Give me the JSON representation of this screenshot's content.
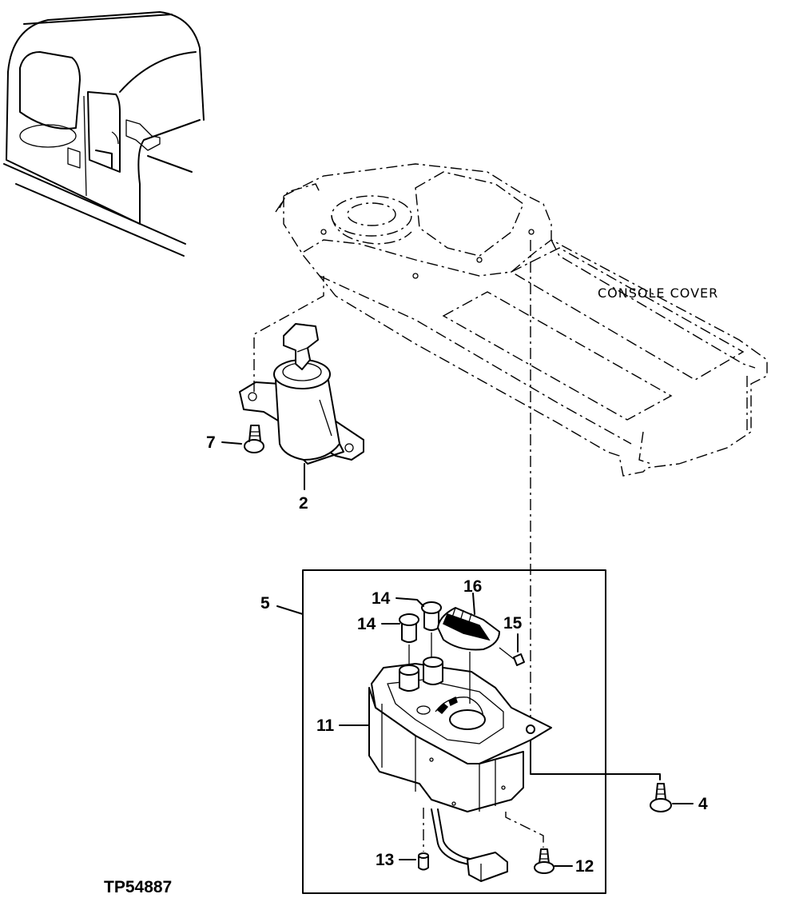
{
  "figure_code": "TP54887",
  "console_cover_label": "CONSOLE COVER",
  "callouts": {
    "c2": "2",
    "c4": "4",
    "c5": "5",
    "c7": "7",
    "c11": "11",
    "c12": "12",
    "c13": "13",
    "c14a": "14",
    "c14b": "14",
    "c15": "15",
    "c16": "16"
  }
}
